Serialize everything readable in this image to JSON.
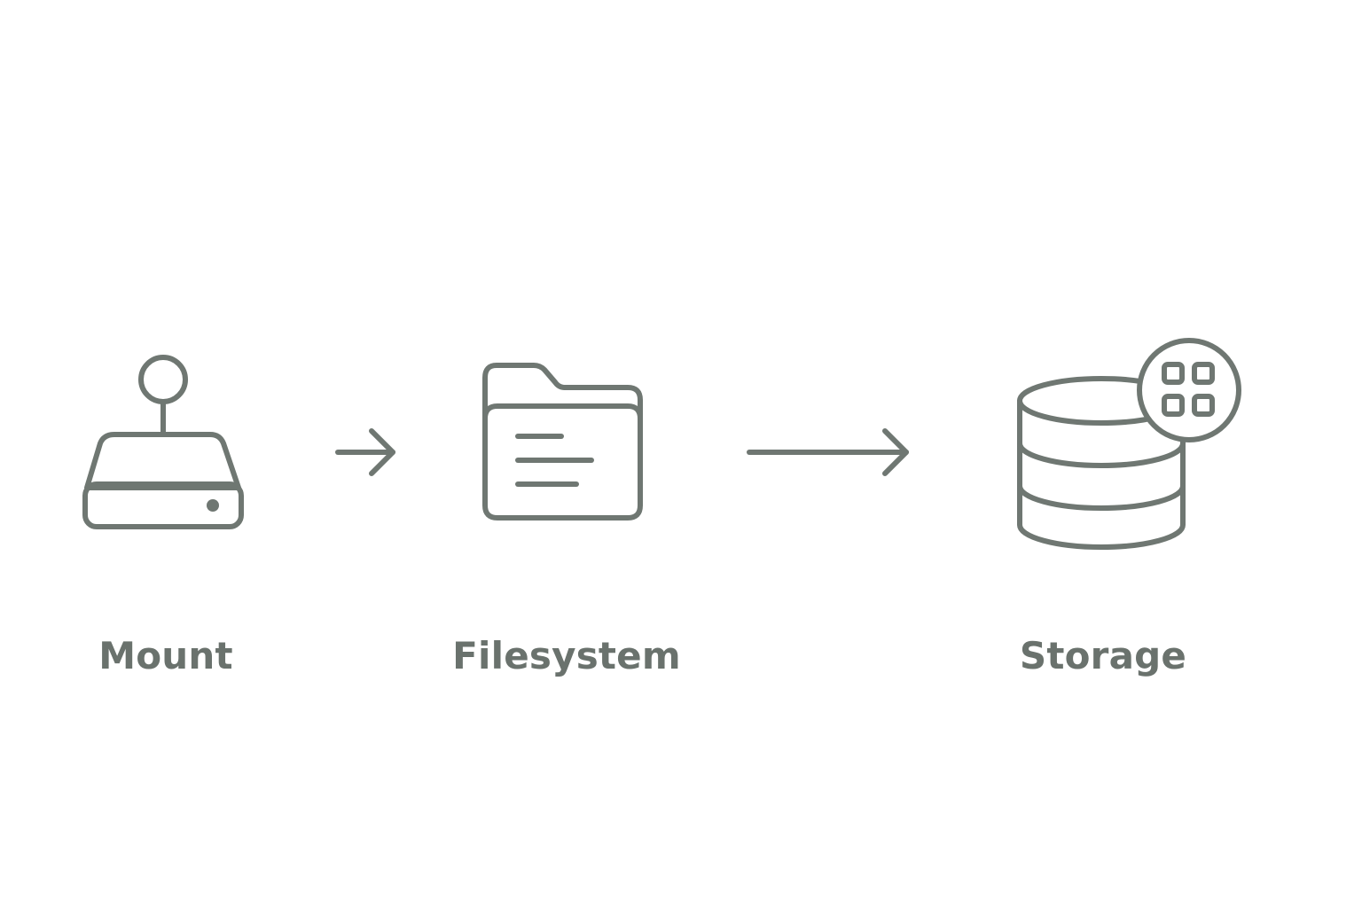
{
  "diagram": {
    "nodes": [
      {
        "label": "Mount",
        "icon": "drive-mount-icon"
      },
      {
        "label": "Filesystem",
        "icon": "folder-document-icon"
      },
      {
        "label": "Storage",
        "icon": "database-apps-icon"
      }
    ],
    "connectors": [
      {
        "from": "Mount",
        "to": "Filesystem",
        "icon": "arrow-right-icon"
      },
      {
        "from": "Filesystem",
        "to": "Storage",
        "icon": "arrow-right-icon"
      }
    ],
    "colors": {
      "stroke": "#6f7772",
      "text": "#6a726d",
      "background": "#ffffff"
    }
  }
}
